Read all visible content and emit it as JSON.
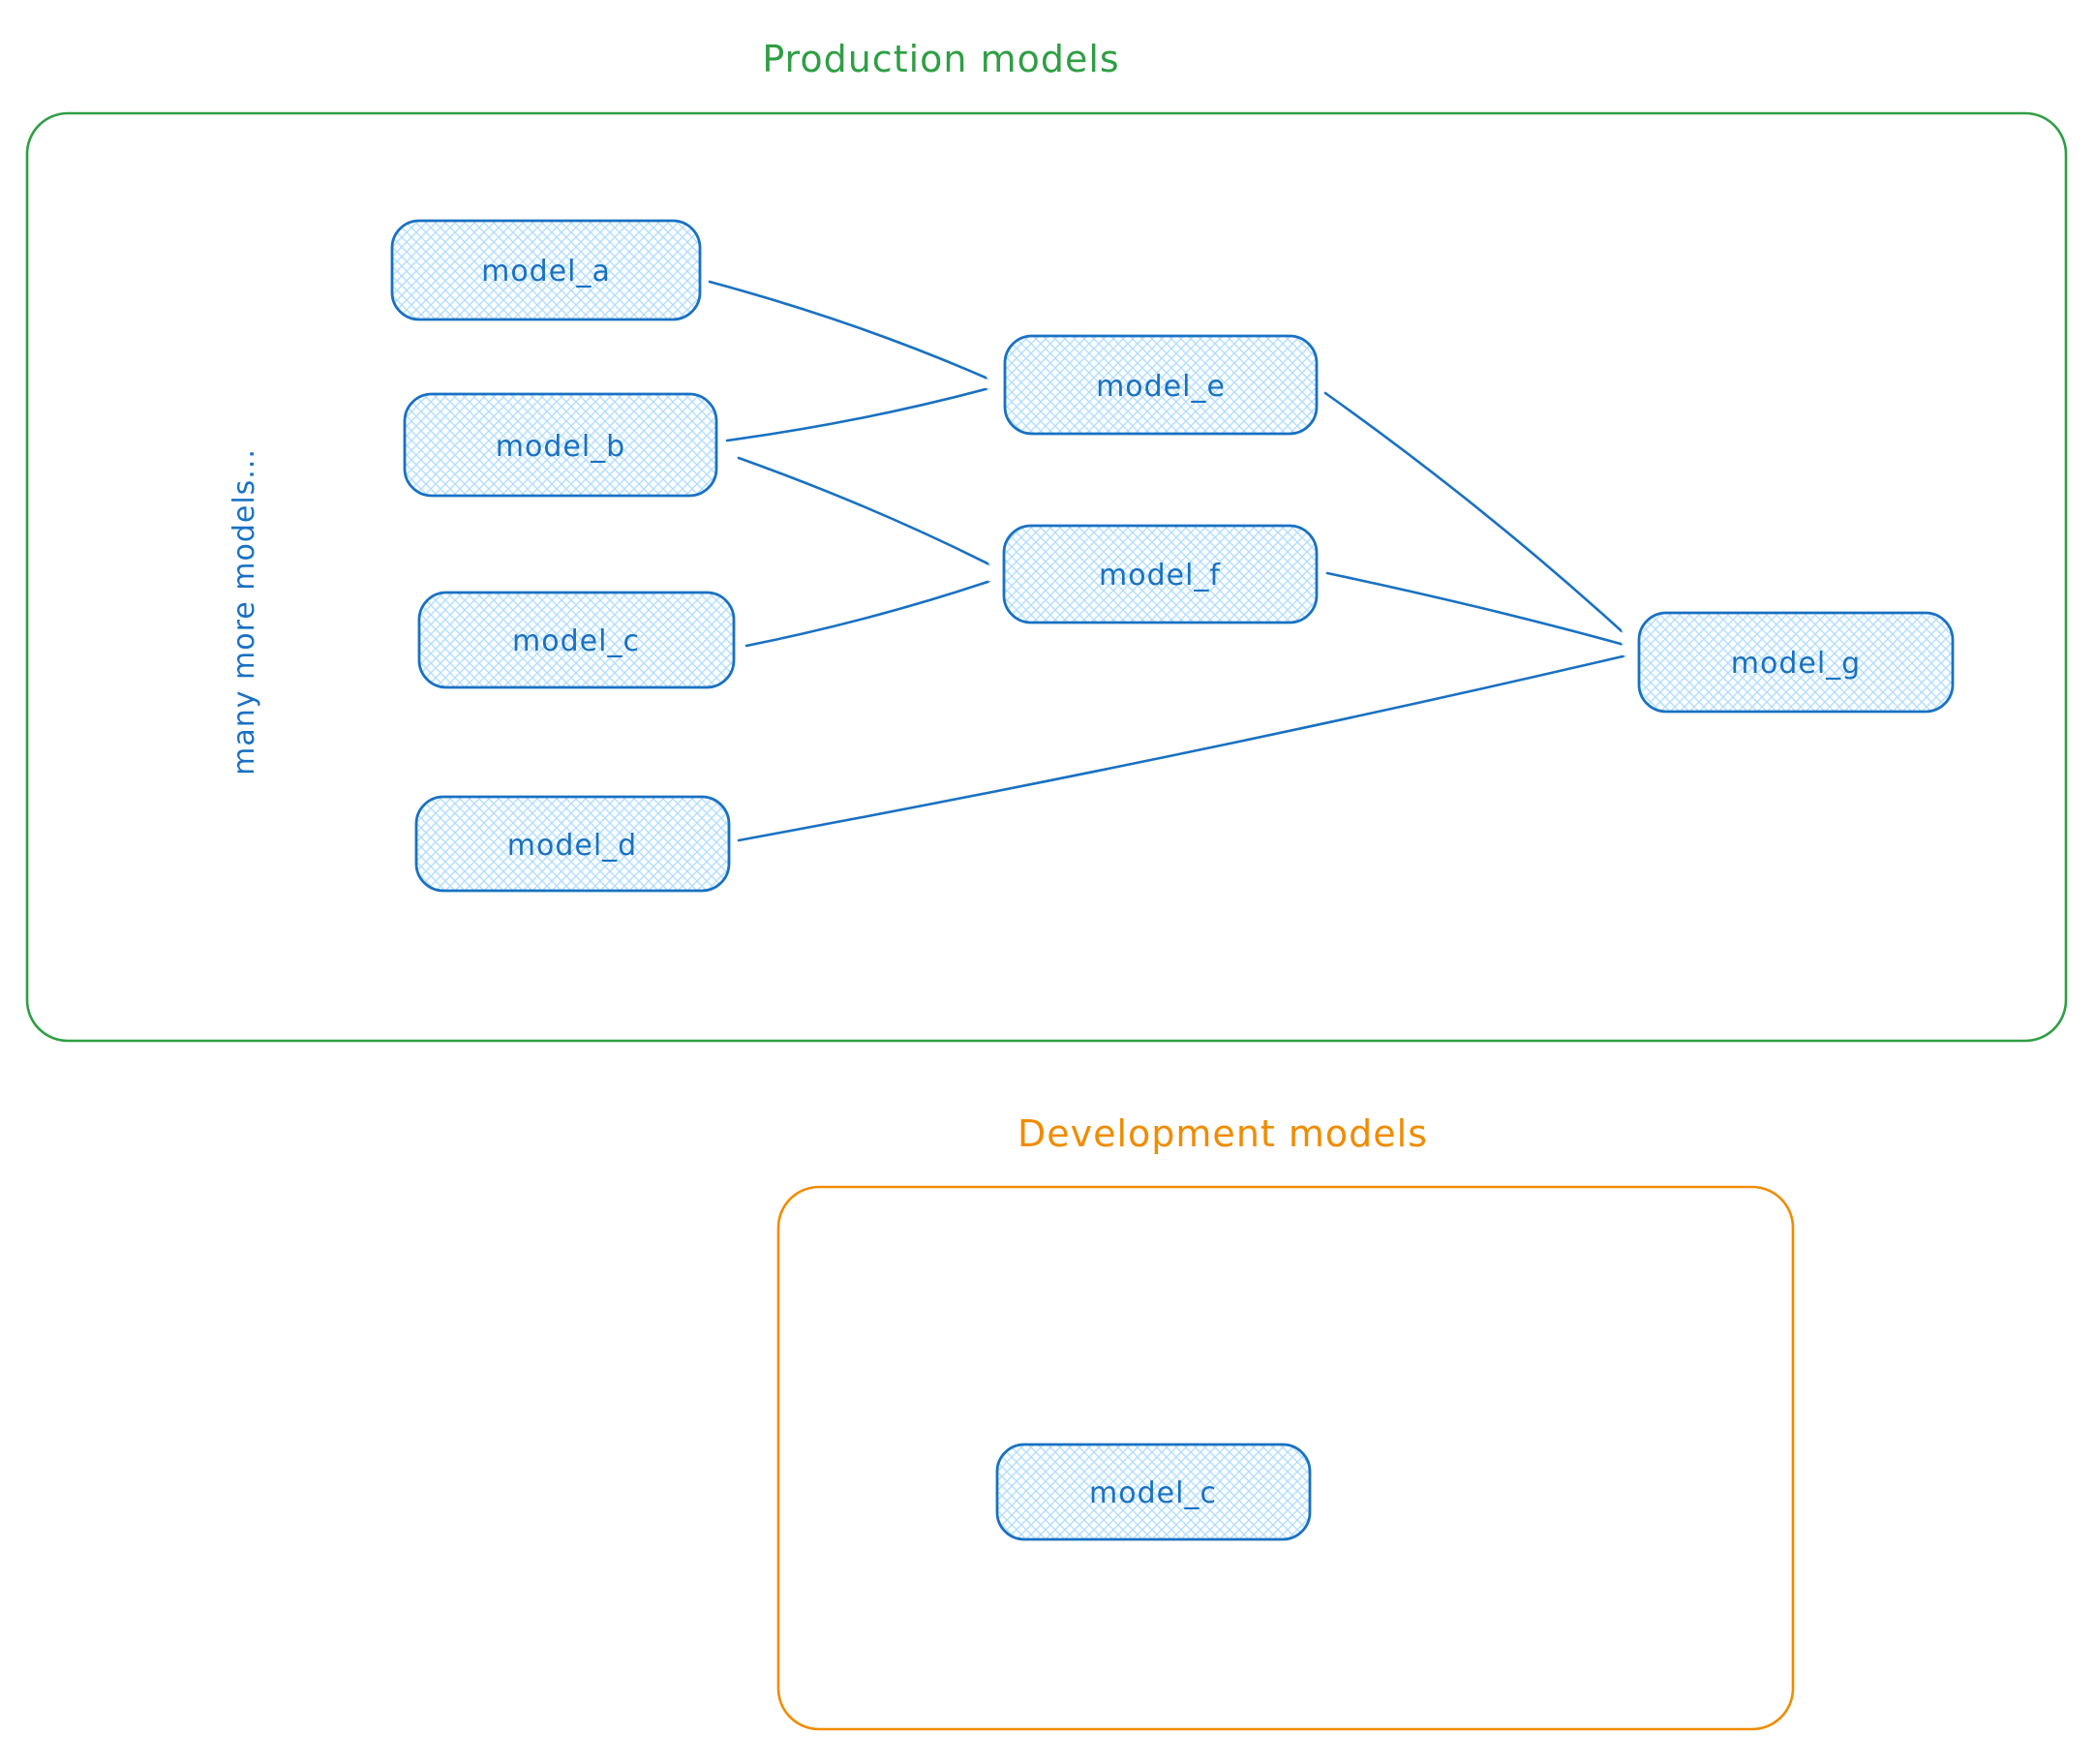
{
  "production": {
    "title": "Production models",
    "note": "many more models...",
    "nodes": [
      {
        "label": "model_a"
      },
      {
        "label": "model_b"
      },
      {
        "label": "model_c"
      },
      {
        "label": "model_d"
      },
      {
        "label": "model_e"
      },
      {
        "label": "model_f"
      },
      {
        "label": "model_g"
      }
    ],
    "edges": [
      "model_a -> model_e",
      "model_b -> model_e",
      "model_b -> model_f",
      "model_c -> model_f",
      "model_d -> model_g",
      "model_e -> model_g",
      "model_f -> model_g"
    ]
  },
  "development": {
    "title": "Development models",
    "nodes": [
      {
        "label": "model_c"
      }
    ]
  },
  "colors": {
    "node_stroke": "#1971c2",
    "node_hatch_fill": "#a5d8ff",
    "node_text": "#1971c2",
    "production_border": "#2f9e44",
    "production_title": "#2f9e44",
    "development_border": "#f08c00",
    "development_title": "#f08c00"
  }
}
